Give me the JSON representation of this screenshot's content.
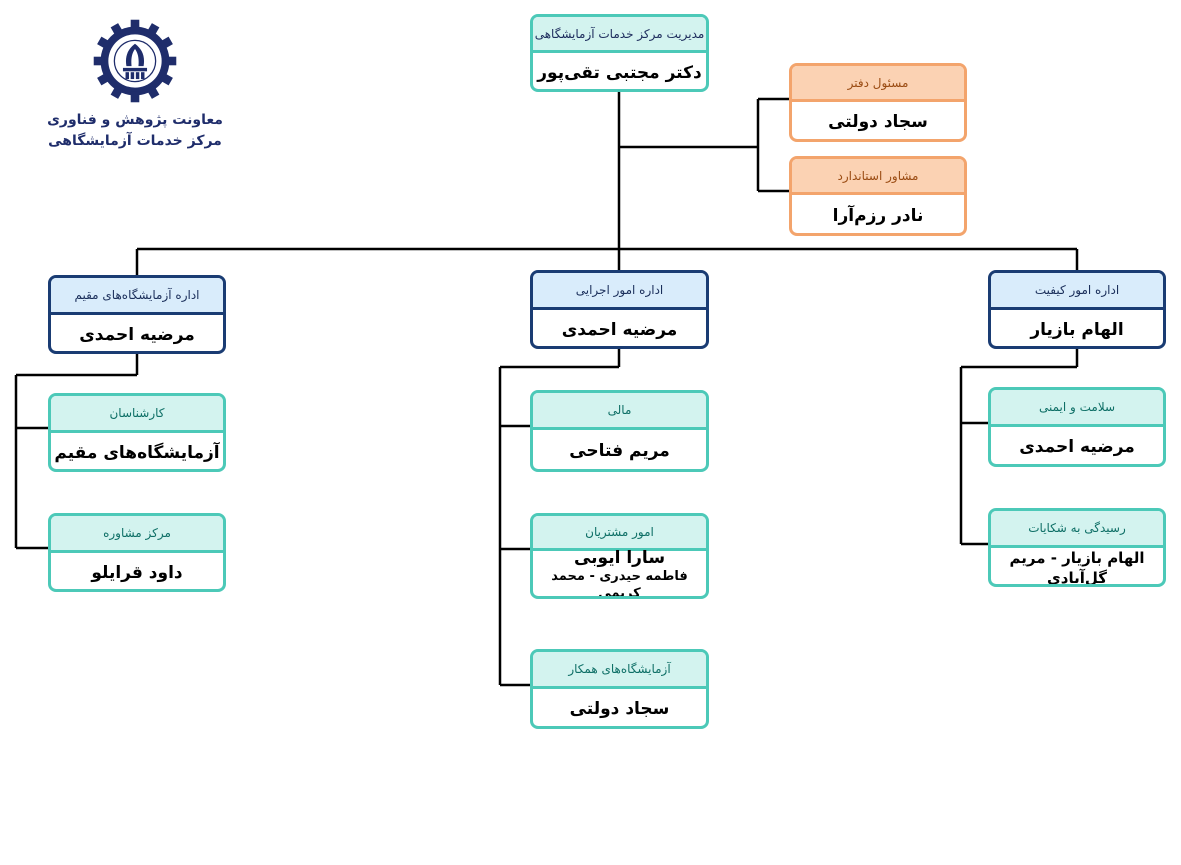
{
  "logo": {
    "icon": "university-emblem-icon",
    "line1": "معاونت پژوهش و فناوری",
    "line2": "مرکز خدمات آزمایشگاهی"
  },
  "colors": {
    "navy": "#1a3c73",
    "teal": "#4cc9b8",
    "orange": "#f3a46c"
  },
  "director": {
    "title": "مدیریت مرکز خدمات آزمایشگاهی",
    "name": "دکتر مجتبی تقی‌پور"
  },
  "advisors": [
    {
      "title": "مسئول دفتر",
      "name": "سجاد دولتی"
    },
    {
      "title": "مشاور استاندارد",
      "name": "نادر رزم‌آرا"
    }
  ],
  "departments": [
    {
      "title": "اداره آزمایشگاه‌های مقیم",
      "name": "مرضیه احمدی",
      "units": [
        {
          "title": "کارشناسان",
          "name": "آزمایشگاه‌های مقیم"
        },
        {
          "title": "مرکز مشاوره",
          "name": "داود قرایلو"
        }
      ]
    },
    {
      "title": "اداره امور اجرایی",
      "name": "مرضیه احمدی",
      "units": [
        {
          "title": "مالی",
          "name": "مریم فتاحی"
        },
        {
          "title": "امور مشتریان",
          "name": "سارا ایوبی",
          "name2": "فاطمه حیدری - محمد کریمی"
        },
        {
          "title": "آزمایشگاه‌های همکار",
          "name": "سجاد دولتی"
        }
      ]
    },
    {
      "title": "اداره امور کیفیت",
      "name": "الهام بازیار",
      "units": [
        {
          "title": "سلامت و ایمنی",
          "name": "مرضیه احمدی"
        },
        {
          "title": "رسیدگی به شکایات",
          "name": "الهام بازیار - مریم گل‌آبادی"
        }
      ]
    }
  ]
}
